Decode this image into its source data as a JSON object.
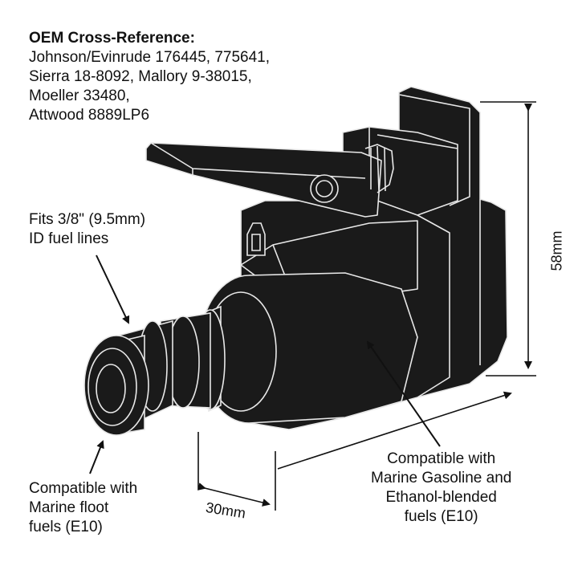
{
  "oem": {
    "title": "OEM Cross-Reference:",
    "lines": [
      "Johnson/Evinrude 176445, 775641,",
      "Sierra 18-8092, Mallory 9-38015,",
      "Moeller 33480,",
      "Attwood 8889LP6"
    ]
  },
  "fits_note": {
    "lines": [
      "Fits 3/8\" (9.5mm)",
      "ID fuel lines"
    ]
  },
  "compat_left": {
    "lines": [
      "Compatible with",
      "Marine floot",
      "fuels (E10)"
    ]
  },
  "compat_right": {
    "lines": [
      "Compatible with",
      "Marine Gasoline and",
      "Ethanol-blended",
      "fuels (E10)"
    ]
  },
  "dimensions": {
    "width_label": "30mm",
    "height_label": "58mm"
  },
  "colors": {
    "body": "#1a1a1a",
    "outline": "#e8e8e8",
    "text": "#111111",
    "background": "#ffffff"
  }
}
